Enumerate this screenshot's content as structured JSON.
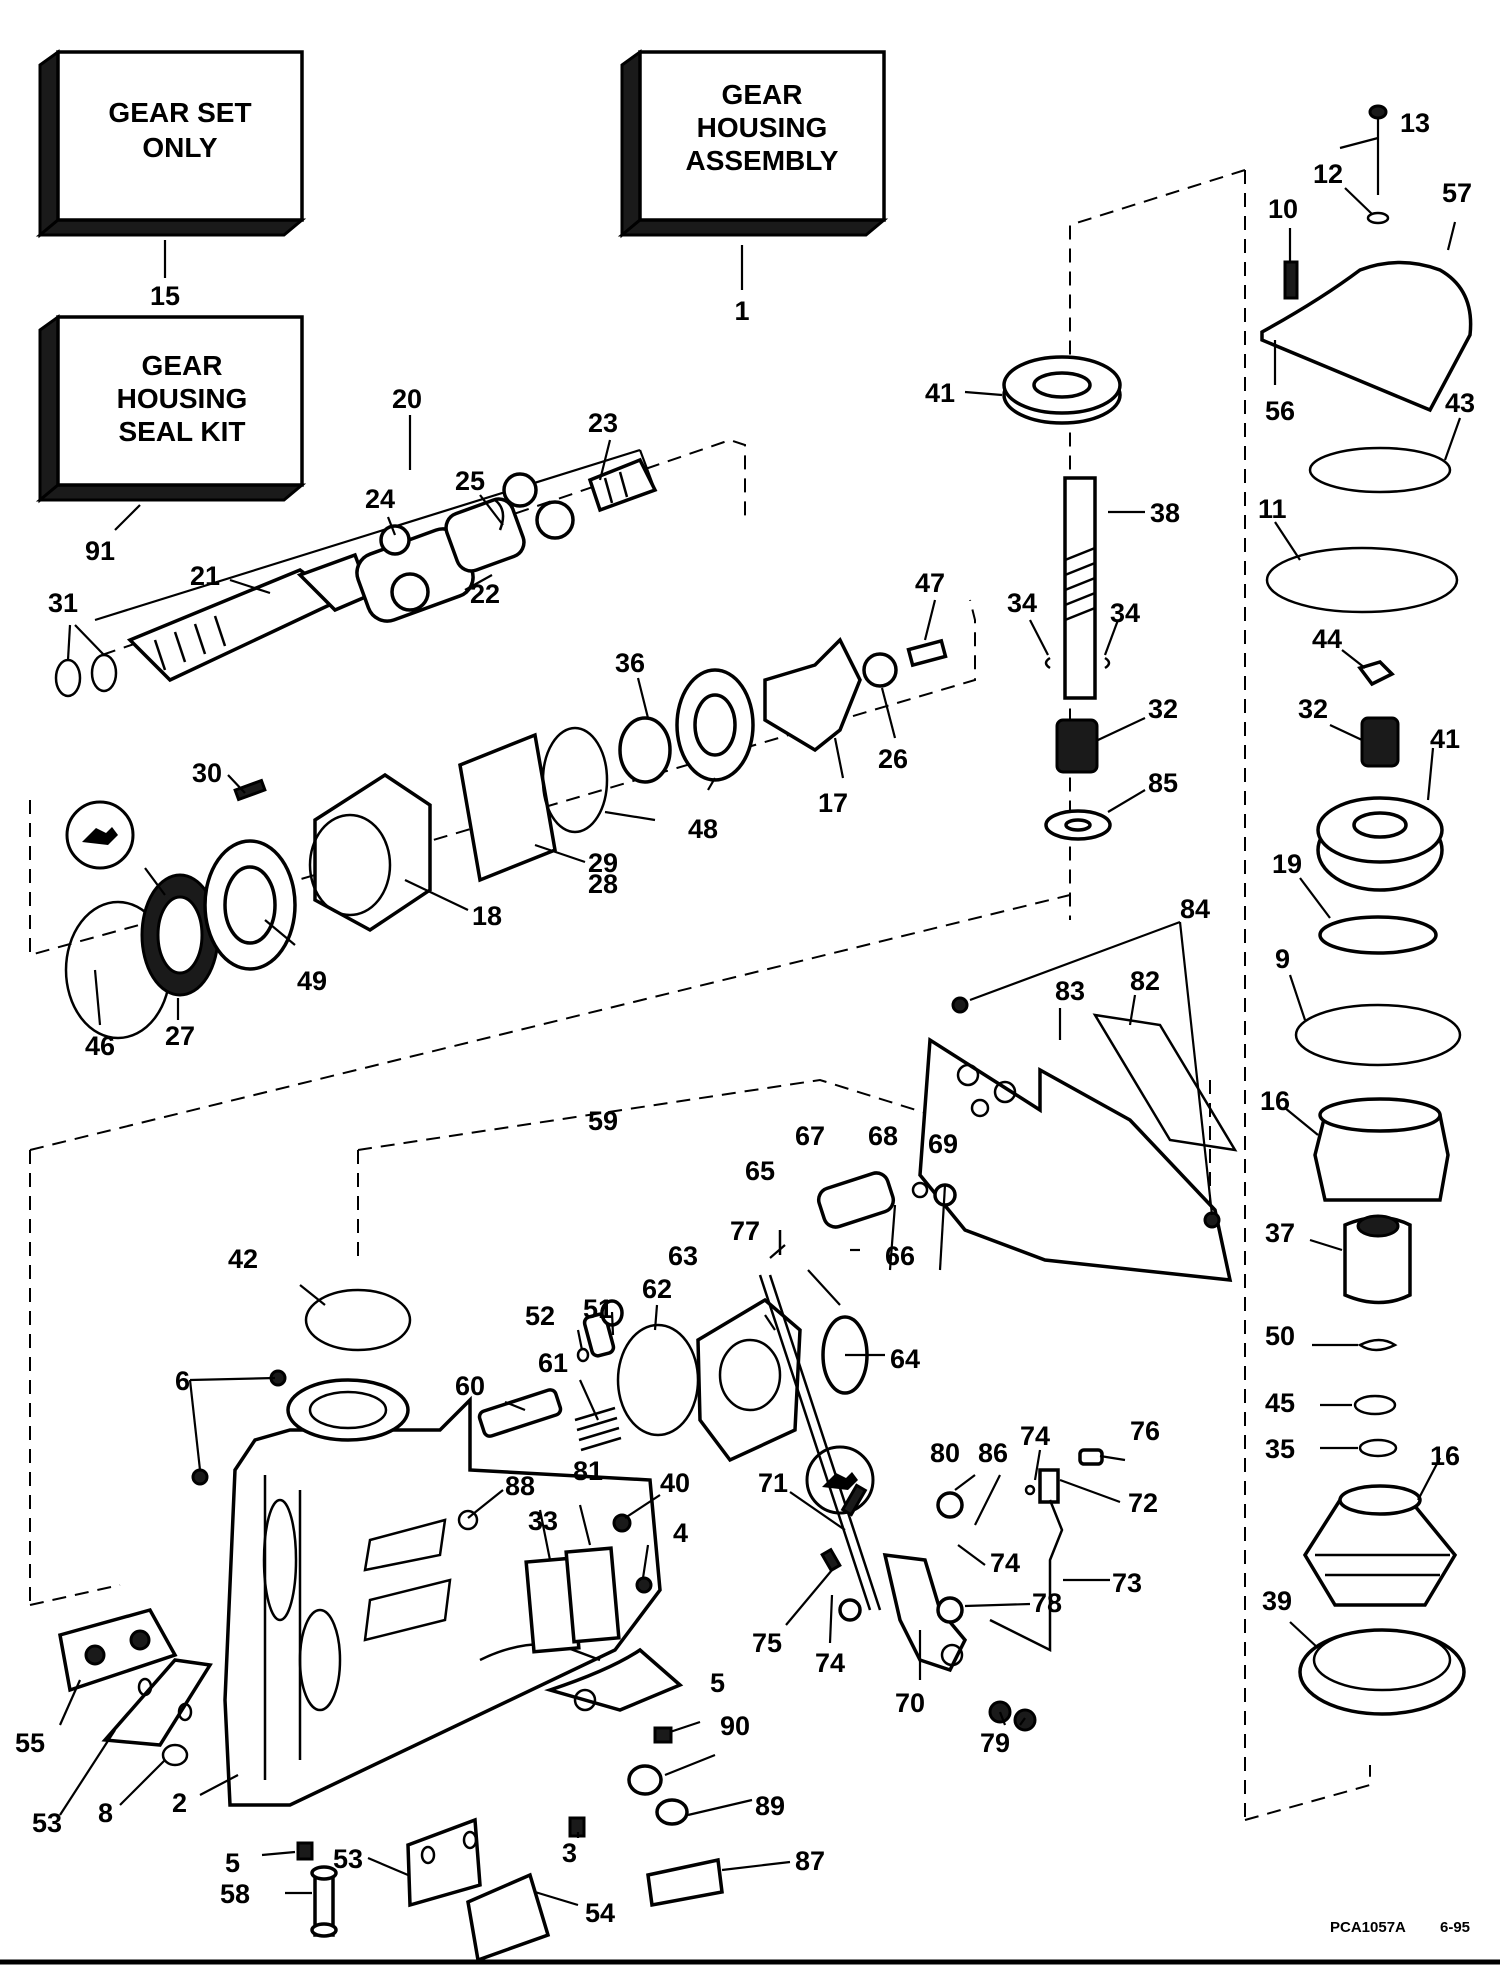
{
  "kits": [
    {
      "id": "gear-set",
      "lines": [
        "GEAR SET",
        "ONLY"
      ],
      "ref": "15"
    },
    {
      "id": "gear-housing-assembly",
      "lines": [
        "GEAR",
        "HOUSING",
        "ASSEMBLY"
      ],
      "ref": "1"
    },
    {
      "id": "seal-kit",
      "lines": [
        "GEAR",
        "HOUSING",
        "SEAL KIT"
      ],
      "ref": "91"
    }
  ],
  "callouts": [
    "13",
    "12",
    "57",
    "10",
    "56",
    "43",
    "11",
    "44",
    "32",
    "41",
    "19",
    "9",
    "16",
    "37",
    "50",
    "45",
    "35",
    "16",
    "39",
    "41",
    "38",
    "34",
    "34",
    "32",
    "85",
    "84",
    "83",
    "82",
    "20",
    "23",
    "25",
    "24",
    "21",
    "22",
    "31",
    "47",
    "36",
    "26",
    "17",
    "48",
    "29",
    "30",
    "28",
    "18",
    "49",
    "46",
    "27",
    "59",
    "67",
    "68",
    "69",
    "65",
    "66",
    "77",
    "63",
    "64",
    "42",
    "52",
    "51",
    "62",
    "61",
    "60",
    "6",
    "88",
    "81",
    "33",
    "40",
    "4",
    "80",
    "86",
    "74",
    "76",
    "72",
    "71",
    "74",
    "73",
    "78",
    "75",
    "74",
    "70",
    "79",
    "5",
    "90",
    "89",
    "3",
    "55",
    "53",
    "8",
    "2",
    "5",
    "53",
    "54",
    "87",
    "58"
  ],
  "footer": {
    "code": "PCA1057A",
    "date": "6-95"
  }
}
